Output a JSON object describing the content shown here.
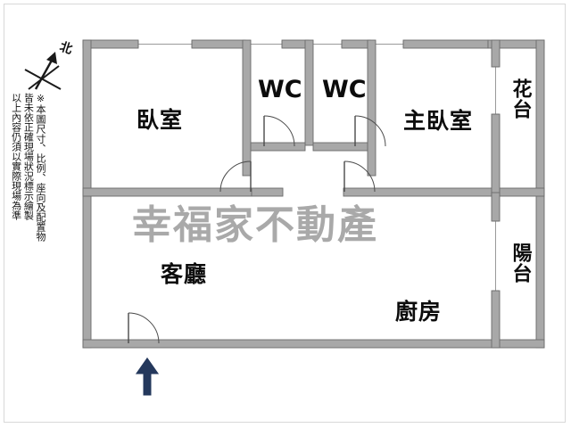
{
  "document": {
    "type": "floor-plan",
    "watermark": "幸福家不動產"
  },
  "compass": {
    "label": "北",
    "icon": "compass-north-icon"
  },
  "disclaimer": {
    "lines": [
      "※本圖尺寸、比例、座向及配置物",
      "皆未依正確現場狀況標示繪製",
      "以上內容仍須以實際現場為準"
    ]
  },
  "rooms": [
    {
      "key": "bedroom",
      "label": "臥室",
      "orientation": "horizontal"
    },
    {
      "key": "wc_left",
      "label": "WC",
      "orientation": "horizontal"
    },
    {
      "key": "wc_right",
      "label": "WC",
      "orientation": "horizontal"
    },
    {
      "key": "master_bedroom",
      "label": "主臥室",
      "orientation": "horizontal"
    },
    {
      "key": "flower_deck",
      "label": "花台",
      "orientation": "vertical"
    },
    {
      "key": "living_room",
      "label": "客廳",
      "orientation": "horizontal"
    },
    {
      "key": "kitchen",
      "label": "廚房",
      "orientation": "horizontal"
    },
    {
      "key": "balcony",
      "label": "陽台",
      "orientation": "vertical"
    }
  ],
  "entry": {
    "marker": "entry-arrow-icon",
    "color": "#24385c"
  },
  "colors": {
    "wall_fill": "#a8a8a8",
    "wall_stroke": "#6b6b6b",
    "background": "#ffffff",
    "text": "#0c0c0c",
    "watermark": "#a9a9a9",
    "frame": "#d8d8d8",
    "entry_arrow": "#24385c"
  }
}
